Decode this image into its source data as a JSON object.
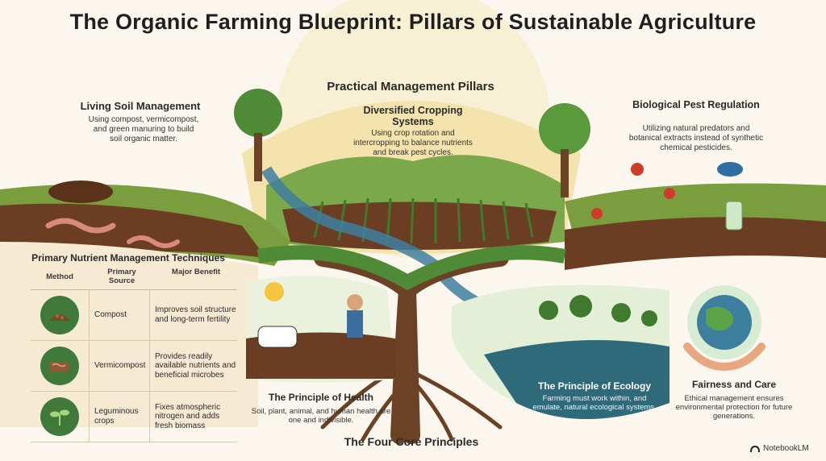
{
  "title": "The Organic Farming Blueprint: Pillars of Sustainable Agriculture",
  "pillars": {
    "heading": "Practical Management Pillars",
    "soil": {
      "title": "Living Soil Management",
      "body": "Using compost, vermicompost, and green manuring to build soil organic matter."
    },
    "cropping": {
      "title": "Diversified Cropping Systems",
      "body": "Using crop rotation and intercropping to balance nutrients and break pest cycles."
    },
    "pest": {
      "title": "Biological Pest Regulation",
      "body": "Utilizing natural predators and botanical extracts instead of synthetic chemical pesticides."
    }
  },
  "nutrient_table": {
    "title": "Primary Nutrient Management Techniques",
    "headers": [
      "Method",
      "Primary Source",
      "Major Benefit"
    ],
    "rows": [
      {
        "icon": "compost-icon",
        "source": "Compost",
        "benefit": "Improves soil structure and long-term fertility"
      },
      {
        "icon": "vermicompost-icon",
        "source": "Vermicompost",
        "benefit": "Provides readily available nutrients and beneficial microbes"
      },
      {
        "icon": "legume-sprout-icon",
        "source": "Leguminous crops",
        "benefit": "Fixes atmospheric nitrogen and adds fresh biomass"
      }
    ]
  },
  "principles": {
    "heading": "The Four Core Principles",
    "health": {
      "title": "The Principle of Health",
      "body": "Soil, plant, animal, and human health are one and indivisible."
    },
    "ecology": {
      "title": "The Principle of Ecology",
      "body": "Farming must work within, and emulate, natural ecological systems."
    },
    "fairness": {
      "title": "Fairness and Care",
      "body": "Ethical management ensures environmental protection for future generations."
    }
  },
  "brand": "NotebookLM",
  "colors": {
    "soil": "#6b3d22",
    "leaf": "#4f8a36",
    "river": "#3e7fa0",
    "trunk": "#6b4226",
    "background": "#fbf7ee"
  }
}
